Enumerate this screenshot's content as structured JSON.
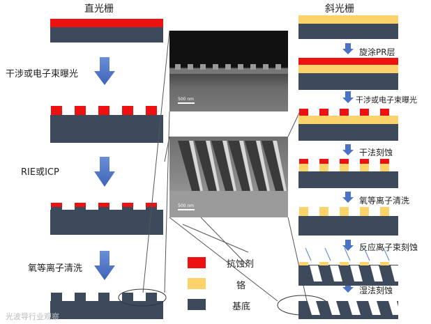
{
  "left": {
    "title": "直光栅",
    "step1": "干涉或电子束曝光",
    "step2": "RIE或ICP",
    "step3": "氧等离子清洗"
  },
  "right": {
    "title": "斜光栅",
    "step1": "旋涂PR层",
    "step2": "干涉或电子束曝光",
    "step3": "干法刻蚀",
    "step4": "氧等离子清洗",
    "step5": "反应离子束刻蚀",
    "step6": "湿法刻蚀"
  },
  "sem": {
    "top_scale": "500 nm",
    "bottom_scale": "500 nm"
  },
  "legend": {
    "items": [
      {
        "label": "抗蚀剂",
        "color": "#ee1111"
      },
      {
        "label": "铬",
        "color": "#fcd36a"
      },
      {
        "label": "基底",
        "color": "#3d4a5c"
      }
    ]
  },
  "watermark": "光波导行业观察",
  "colors": {
    "resist": "#ee1111",
    "chrome": "#fcd36a",
    "substrate": "#3d4a5c",
    "arrow": "#4a73c8"
  }
}
